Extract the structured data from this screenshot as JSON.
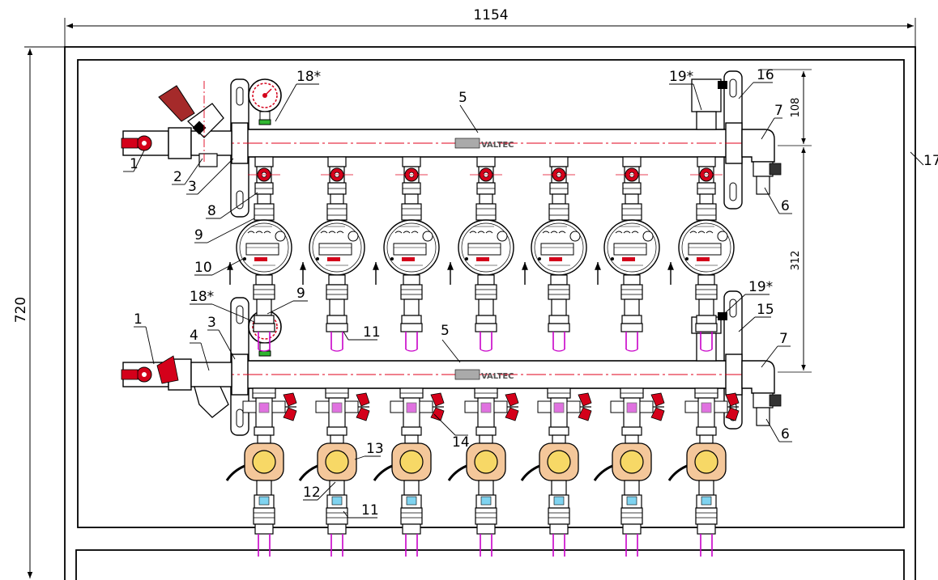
{
  "dimensions": {
    "width": "1154",
    "height": "720",
    "top_section": "108",
    "middle_section": "312"
  },
  "brand": {
    "supply_manifold": "VALTEC",
    "return_manifold": "VALTEC"
  },
  "callouts": {
    "c1_top": "1",
    "c2": "2",
    "c3_top": "3",
    "c5_top": "5",
    "c18_top": "18*",
    "c19_top": "19*",
    "c16": "16",
    "c7_top": "7",
    "c17": "17",
    "c6_top": "6",
    "c8": "8",
    "c9_top": "9",
    "c10": "10",
    "c18_bottom": "18*",
    "c9_bottom": "9",
    "c1_bottom": "1",
    "c4": "4",
    "c3_bottom": "3",
    "c11_top": "11",
    "c5_bottom": "5",
    "c19_bottom": "19*",
    "c15": "15",
    "c7_bottom": "7",
    "c14": "14",
    "c13": "13",
    "c12": "12",
    "c11_bottom": "11",
    "c6_bottom": "6"
  },
  "colors": {
    "line": "#000000",
    "center_line": "#e0001b",
    "valve_red": "#d4001a",
    "pipe_magenta": "#c800c8",
    "actuator_fill": "#f4c79a",
    "actuator_center": "#f7d866",
    "gauge_green": "#2fb52f",
    "pipe_fill": "#ffffff"
  }
}
